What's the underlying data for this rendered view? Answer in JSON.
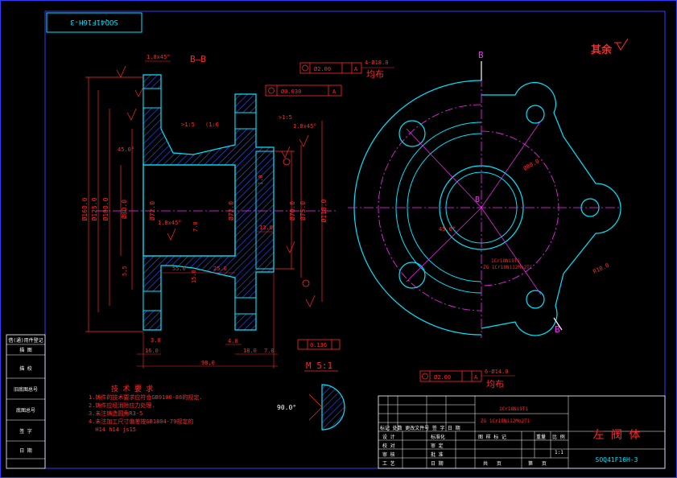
{
  "colors": {
    "background": "#000000",
    "border": "#2f3dff",
    "outline": "#00e5ff",
    "dimension": "#ff2a2a",
    "centerline": "#ff2aff",
    "hatch": "#2f5cff",
    "label": "#ff2aff",
    "white": "#ffffff",
    "yellow": "#ffff00"
  },
  "corner_code": "SOQ41F16H-3",
  "surface_finish_note": "其余",
  "section": {
    "title": "B—B",
    "dims": {
      "chamfer_top": "1.0x45°",
      "chamfer_mid": "1.0x45°",
      "chamfer_left": "1.0x45°",
      "taper_left": ">1:5",
      "taper_right": ">1:5",
      "ratio": "(1:6",
      "angle_left": "45.0°",
      "d160": "Ø160.0",
      "d125": "Ø125.0",
      "d100": "Ø100.0",
      "d80": "Ø80.0",
      "d72l": "Ø72.0",
      "d72r": "Ø72.0",
      "d70": "Ø70.0",
      "d75": "Ø75.0",
      "d118": "Ø118.0",
      "w7": "7.0",
      "w13": "13.0",
      "w55": "55.0",
      "w25": "25.0",
      "w15": "15.0",
      "w1": "1.0",
      "w3": "3.0",
      "b16": "16.0",
      "b98": "98.0",
      "b4": "4.0",
      "b18": "18.0",
      "b7": "7.0",
      "side_small": "5.5",
      "flat": "0.136"
    }
  },
  "gdt": {
    "position_top": "Ø2.00",
    "position_top_datum": "A",
    "holes_top": "4-Ø18.0",
    "holes_top_note": "均布",
    "runout": "Ø0.030",
    "runout_datum": "A",
    "position_bottom": "Ø2.00",
    "position_bottom_datum": "A",
    "holes_bottom": "6-Ø14.0",
    "holes_bottom_note": "均布"
  },
  "flange_view": {
    "label_b_top": "B",
    "label_b_center": "B",
    "label_b_bottom": "B",
    "angle": "45.0°",
    "radius": "R10.0",
    "r80": "Ø80.0",
    "note_line1": "1Cr18Ni9Ti",
    "note_line2": "ZG 1Cr18Ni12Mo2Ti"
  },
  "detail": {
    "title": "M 5:1",
    "angle": "90.0°"
  },
  "requirements": {
    "title": "技 术 要 求",
    "items": [
      "1.铸件的技术要求应符合GB9100-86的规定.",
      "2.铸件应经消除应力处理.",
      "3.未注铸造圆角R3-5",
      "4.未注加工尺寸偏差按GB1804-79规定的",
      "  H14 h14 js15"
    ]
  },
  "left_table": [
    "借(通)用件登记",
    "描  图",
    "描  校",
    "旧底图总号",
    "底图总号",
    "签  字",
    "日  期"
  ],
  "title_block": {
    "part_name": "左 阀 体",
    "drawing_no": "SOQ41F16H-3",
    "material": "1Cr18Ni9Ti",
    "material2": "ZG 1Cr18Ni12Mo2Ti",
    "header_row": "标记 处数 更改文件号  签 字  日 期",
    "rows": [
      [
        "设 计",
        "标准化"
      ],
      [
        "校 对",
        "审 定"
      ],
      [
        "审 核",
        "批 准"
      ],
      [
        "工 艺",
        "日 期"
      ]
    ],
    "stage_label": "图 样 标 记",
    "weight_label": "重量",
    "scale_label": "比 例",
    "scale": "1:1",
    "sheet_total": "共   页",
    "sheet_no": "第   页"
  }
}
